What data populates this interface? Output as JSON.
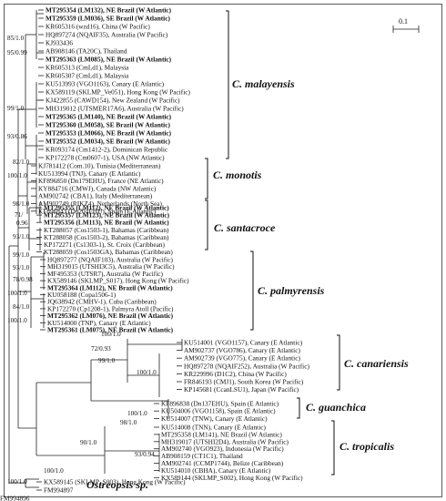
{
  "scale_bar": {
    "label": "0.1"
  },
  "leaves": [
    {
      "text": "MT295354 (LM132), NE Brazil (W Atlantic)",
      "bold": true
    },
    {
      "text": "MT295359 (LM036), SE Brazil (W Atlantic)",
      "bold": true
    },
    {
      "text": "KR605316 (wzd16), China (W Pacific)",
      "bold": false
    },
    {
      "text": "HQ897274 (NQAIF35), Australia (W Pacific)",
      "bold": false
    },
    {
      "text": "KJ933436",
      "bold": false
    },
    {
      "text": "AB908146 (TA20C), Thailand",
      "bold": false
    },
    {
      "text": "MT295363 (LM085), NE Brazil (W Atlantic)",
      "bold": true
    },
    {
      "text": "KR605313 (CmLd1), Malaysia",
      "bold": false
    },
    {
      "text": "KR605307 (CmLd1), Malaysia",
      "bold": false
    },
    {
      "text": "KU513993 (VGO1163), Canary (E Atlantic)",
      "bold": false
    },
    {
      "text": "KX589119 (SKLMP_Ve051), Hong Kong (W Pacific)",
      "bold": false
    },
    {
      "text": "KJ422855 (CAWD154), New Zealand (W Pacific)",
      "bold": false
    },
    {
      "text": "MH319012 (UTSMER17A6), Australia (W Pacific)",
      "bold": false
    },
    {
      "text": "MT295365 (LM140), NE Brazil (W Atlantic)",
      "bold": true
    },
    {
      "text": "MT295360 (LM058), SE Brazil (W Atlantic)",
      "bold": true
    },
    {
      "text": "MT295353 (LM066), NE Brazil (W Atlantic)",
      "bold": true
    },
    {
      "text": "MT295352 (LM034), SE Brazil (W Atlantic)",
      "bold": true
    },
    {
      "text": "KR093174 (Cm1412-2), Dominican Republic",
      "bold": false
    },
    {
      "text": "KP172278 (Cm0607-1), USA (NW Atlantic)",
      "bold": false
    },
    {
      "text": "KJ781412 (Com.10), Tunisia (Mediterranean)",
      "bold": false
    },
    {
      "text": "KU513994 (TNJ), Canary (E Atlantic)",
      "bold": false
    },
    {
      "text": "KF896850 (Dn179EHU), France (NE Atlantic)",
      "bold": false
    },
    {
      "text": "KY884716 (CMWJ), Canada (NW Atlantic)",
      "bold": false
    },
    {
      "text": "AM902742 (CBA1), Italy (Mediterranean)",
      "bold": false
    },
    {
      "text": "AM902749 (RIKZ4), Netherlands (North Sea)",
      "bold": false
    },
    {
      "text": "KF896843 (Dn204EHU), Spain (E Atlantic)",
      "bold": false
    },
    {
      "text": "MT295355 (LM112), NE Brazil (W Atlantic)",
      "bold": true
    },
    {
      "text": "MT295357 (LM123), NE Brazil (W Atlantic)",
      "bold": true
    },
    {
      "text": "MT295356 (LM113), NE Brazil (W Atlantic)",
      "bold": true
    },
    {
      "text": "KT288057 (Cos1503-1), Bahamas (Caribbean)",
      "bold": false
    },
    {
      "text": "KT288058 (Cos1503-2), Bahamas (Caribbean)",
      "bold": false
    },
    {
      "text": "KP172271 (Cs1303-1), St. Croix (Caribbean)",
      "bold": false
    },
    {
      "text": "KT288059 (Cos1503GA), Bahamas (Caribbean)",
      "bold": false
    },
    {
      "text": "HQ897277 (NQAIF103), Australia (W Pacific)",
      "bold": false
    },
    {
      "text": "MH319015 (UTSHI3C5), Australia (W Pacific)",
      "bold": false
    },
    {
      "text": "MF495353 (UTSR7), Australia (W Pacific)",
      "bold": false
    },
    {
      "text": "KX589146 (SKLMP_S017), Hong Kong (W Pacific)",
      "bold": false
    },
    {
      "text": "MT295364 (LM112), NE Brazil (W Atlantic)",
      "bold": true
    },
    {
      "text": "KU058188 (Copa1506-1)",
      "bold": false
    },
    {
      "text": "JQ638942 (CMHV-1), Cuba (Caribbean)",
      "bold": false
    },
    {
      "text": "KP172270 (Cp1208-1), Palmyra Atoll (Pacific)",
      "bold": false
    },
    {
      "text": "MT295362 (LM076), NE Brazil (W Atlantic)",
      "bold": true
    },
    {
      "text": "KU514000 (TNP), Canary (E Atlantic)",
      "bold": false
    },
    {
      "text": "MT295361 (LM075), NE Brazil (W Atlantic)",
      "bold": true
    },
    {
      "text": "KU514001 (VGO1157), Canary (E Atlantic)",
      "bold": false
    },
    {
      "text": "AM902737 (VGO786), Canary (E Atlantic)",
      "bold": false
    },
    {
      "text": "AM902739 (VGO775), Canary (E Atlantic)",
      "bold": false
    },
    {
      "text": "HQ897278 (NQAIF252), Australia (W Pacific)",
      "bold": false
    },
    {
      "text": "KR229996 (D1C2), China (W Pacific)",
      "bold": false
    },
    {
      "text": "FR846193 (CMJ1), South Korea (W Pacific)",
      "bold": false
    },
    {
      "text": "KP145681 (CcanLSU1), Japan (W Pacific)",
      "bold": false
    },
    {
      "text": "KF896838 (Dn137EHU), Spain (E Atlantic)",
      "bold": false
    },
    {
      "text": "KU504006 (VGO1158), Spain (E Atlantic)",
      "bold": false
    },
    {
      "text": "KU514007 (TNW), Canary (E Atlantic)",
      "bold": false
    },
    {
      "text": "KU514008 (TNN), Canary (E Atlantic)",
      "bold": false
    },
    {
      "text": "MT295358 (LM141), NE Brazil (W Atlantic)",
      "bold": false
    },
    {
      "text": "MH319017 (UTSHI2D4), Australia (W Pacific)",
      "bold": false
    },
    {
      "text": "AM902740 (VGO923), Indonesia (W Pacific)",
      "bold": false
    },
    {
      "text": "AB908159 (CT1C1), Thailand",
      "bold": false
    },
    {
      "text": "AM902741 (CCMP1744), Belize (Caribbean)",
      "bold": false
    },
    {
      "text": "KU514010 (CBHA), Canary (E Atlantic)",
      "bold": false
    },
    {
      "text": "KX589144 (SKLMP_S002), Hong Kong (W Pacific)",
      "bold": false
    },
    {
      "text": "KX589145 (SKLMP_S003), Hong Kong (W Pacific)",
      "bold": false
    },
    {
      "text": "FM994897",
      "bold": false
    },
    {
      "text": "FM994896",
      "bold": false
    }
  ],
  "supports": [
    {
      "text": "85/1.0"
    },
    {
      "text": "95/0.99"
    },
    {
      "text": "99/1.0"
    },
    {
      "text": "93/0.86"
    },
    {
      "text": "82/1.0"
    },
    {
      "text": "100/1.0"
    },
    {
      "text": "98/1.0"
    },
    {
      "text": "71/"
    },
    {
      "text": "0.96"
    },
    {
      "text": "93/1.0"
    },
    {
      "text": "99/1.0"
    },
    {
      "text": "93/1.0"
    },
    {
      "text": "78/0.98"
    },
    {
      "text": "100/1.0"
    },
    {
      "text": "84/1.0"
    },
    {
      "text": "100/1.0"
    },
    {
      "text": "100/1.0"
    },
    {
      "text": "72/0.93"
    },
    {
      "text": "99/1.0"
    },
    {
      "text": "100/1.0"
    },
    {
      "text": "100/1.0"
    },
    {
      "text": "98/1.0"
    },
    {
      "text": "90/1.0"
    },
    {
      "text": "93/0.94"
    },
    {
      "text": "100/1.0"
    },
    {
      "text": "100/1.0"
    }
  ],
  "clades": [
    {
      "text": "C. malayensis"
    },
    {
      "text": "C. monotis"
    },
    {
      "text": "C. santacroce"
    },
    {
      "text": "C. palmyrensis"
    },
    {
      "text": "C. canariensis"
    },
    {
      "text": "C. guanchica"
    },
    {
      "text": "C. tropicalis"
    },
    {
      "text": "Ostreopsis sp."
    }
  ]
}
